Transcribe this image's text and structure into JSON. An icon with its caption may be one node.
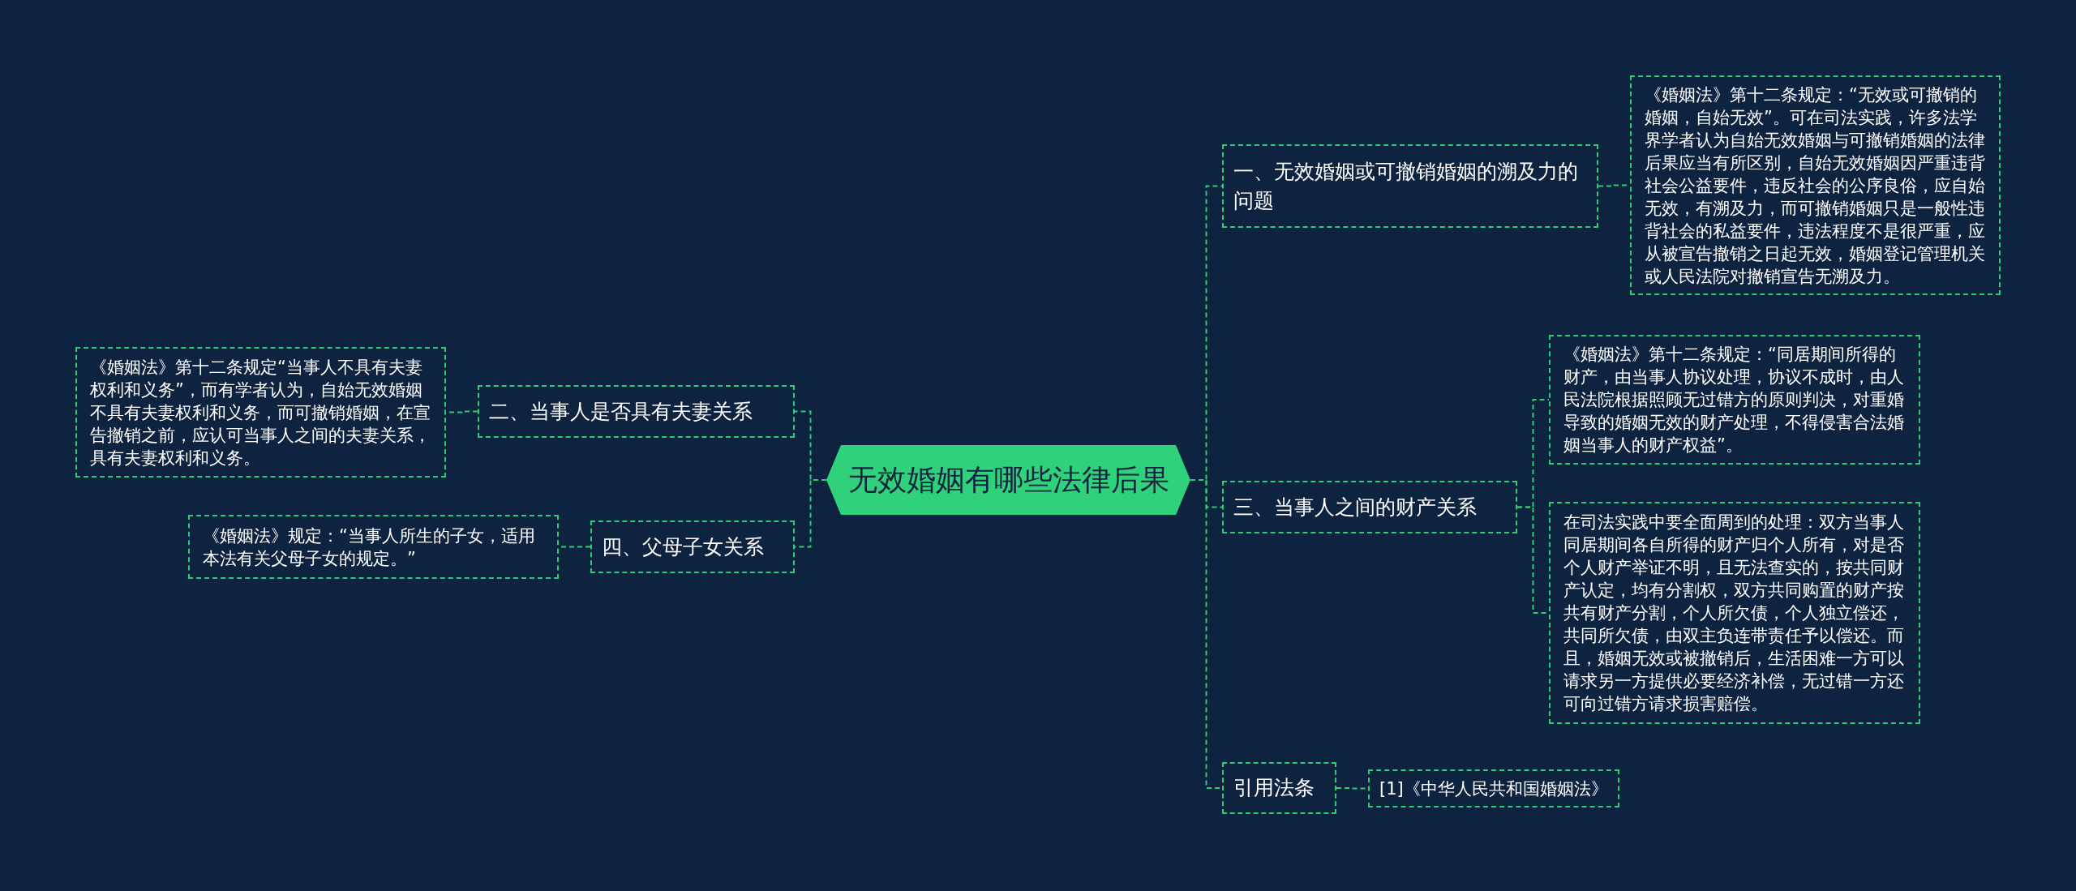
{
  "diagram": {
    "nodes": [
      {
        "text": [
          "无效婚姻有哪些法律后果"
        ]
      },
      {
        "text": [
          "一、无效婚姻或可撤销婚姻的溯及力的问题"
        ]
      },
      {
        "text": [
          "《婚姻法》第十二条规定：“无效或可撤销的婚姻，自始无效”。可在司法实践，许多法学界学者认为自始无效婚姻与可撤销婚姻的法律后果应当有所区别，自始无效婚姻因严重违背社会公益要件，违反社会的公序良俗，应自始无效，有溯及力，而可撤销婚姻只是一般性违背社会的私益要件，违法程度不是很严重，应从被宣告撤销之日起无效，婚姻登记管理机关或人民法院对撤销宣告无溯及力。"
        ]
      },
      {
        "text": [
          "三、当事人之间的财产关系"
        ]
      },
      {
        "text": [
          "《婚姻法》第十二条规定：“同居期间所得的财产，由当事人协议处理，协议不成时，由人民法院根据照顾无过错方的原则判决，对重婚导致的婚姻无效的财产处理，不得侵害合法婚姻当事人的财产权益”。"
        ]
      },
      {
        "text": [
          "在司法实践中要全面周到的处理：双方当事人同居期间各自所得的财产归个人所有，对是否个人财产举证不明，且无法查实的，按共同财产认定，均有分割权，双方共同购置的财产按共有财产分割，个人所欠债，个人独立偿还，共同所欠债，由双主负连带责任予以偿还。而且，婚姻无效或被撤销后，生活困难一方可以请求另一方提供必要经济补偿，无过错一方还可向过错方请求损害赔偿。"
        ]
      },
      {
        "text": [
          "引用法条"
        ]
      },
      {
        "text": [
          "[1]《中华人民共和国婚姻法》"
        ]
      },
      {
        "text": [
          "二、当事人是否具有夫妻关系"
        ]
      },
      {
        "text": [
          "《婚姻法》第十二条规定“当事人不具有夫妻权利和义务”，而有学者认为，自始无效婚姻不具有夫妻权利和义务，而可撤销婚姻，在宣告撤销之前，应认可当事人之间的夫妻关系，具有夫妻权利和义务。"
        ]
      },
      {
        "text": [
          "四、父母子女关系"
        ]
      },
      {
        "text": [
          "《婚姻法》规定：“当事人所生的子女，适用本法有关父母子女的规定。”"
        ]
      }
    ],
    "edges": [
      {
        "from": 0,
        "to": 1,
        "arrow": "none"
      },
      {
        "from": 1,
        "to": 2,
        "arrow": "none"
      },
      {
        "from": 0,
        "to": 3,
        "arrow": "none"
      },
      {
        "from": 3,
        "to": 4,
        "arrow": "none"
      },
      {
        "from": 3,
        "to": 5,
        "arrow": "none"
      },
      {
        "from": 0,
        "to": 6,
        "arrow": "none"
      },
      {
        "from": 6,
        "to": 7,
        "arrow": "none"
      },
      {
        "from": 0,
        "to": 8,
        "arrow": "none"
      },
      {
        "from": 8,
        "to": 9,
        "arrow": "none"
      },
      {
        "from": 0,
        "to": 10,
        "arrow": "none"
      },
      {
        "from": 10,
        "to": 11,
        "arrow": "none"
      }
    ]
  }
}
